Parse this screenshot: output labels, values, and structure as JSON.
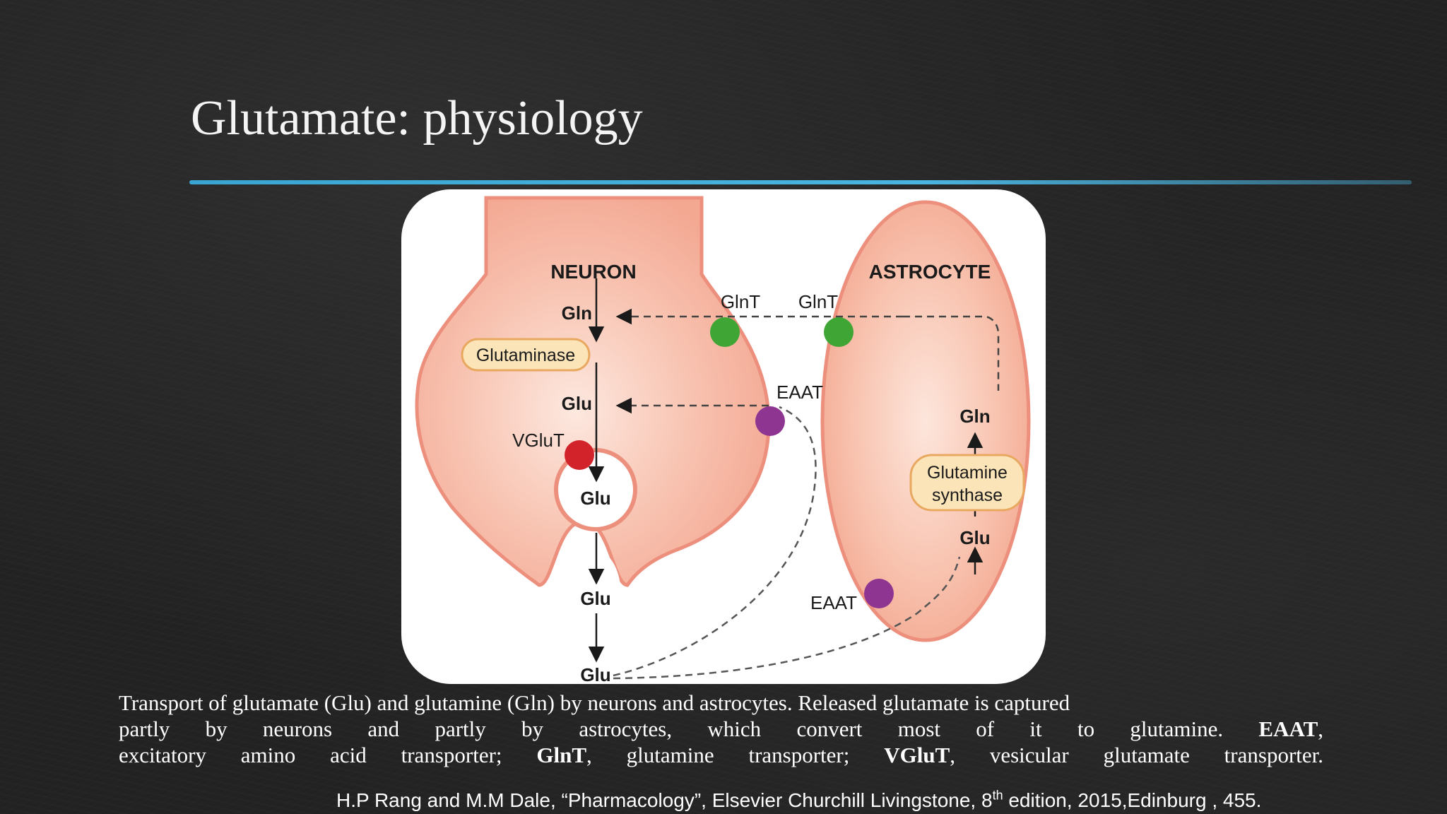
{
  "slide": {
    "title": "Glutamate: physiology"
  },
  "diagram": {
    "neuron_label": "NEURON",
    "astrocyte_label": "ASTROCYTE",
    "glnt_left": "GlnT",
    "glnt_right": "GlnT",
    "eaat_neuron": "EAAT",
    "eaat_astrocyte": "EAAT",
    "vglut": "VGluT",
    "gln_neuron": "Gln",
    "glu_neuron": "Glu",
    "glu_vesicle": "Glu",
    "glu_release": "Glu",
    "glu_synapse": "Glu",
    "gln_astrocyte": "Gln",
    "glu_astrocyte": "Glu",
    "enzyme_glutaminase": "Glutaminase",
    "enzyme_synthase_line1": "Glutamine",
    "enzyme_synthase_line2": "synthase",
    "colors": {
      "cell_fill": "#f6b3a0",
      "cell_edge": "#ec8f7d",
      "glnt": "#3fa535",
      "eaat": "#8e3592",
      "vglut": "#d2232a"
    }
  },
  "caption": {
    "line1": "Transport of glutamate (Glu) and glutamine (Gln) by neurons and astrocytes.   Released   glutamate   is   captured",
    "line2_pre": "partly by neurons and partly by astrocytes, which convert most of it to glutamine.",
    "line2_bold": "EAAT",
    "line2_post": ",",
    "line3_pre": "excitatory amino acid transporter;",
    "line3_bold1": "GlnT",
    "line3_mid": ", glutamine transporter;",
    "line3_bold2": "VGluT",
    "line3_post": ", vesicular glutamate transporter."
  },
  "reference": {
    "text_pre": "H.P Rang and M.M Dale, “Pharmacology”, Elsevier Churchill Livingstone, 8",
    "sup": "th",
    "text_post": " edition, 2015,Edinburg , 455."
  }
}
